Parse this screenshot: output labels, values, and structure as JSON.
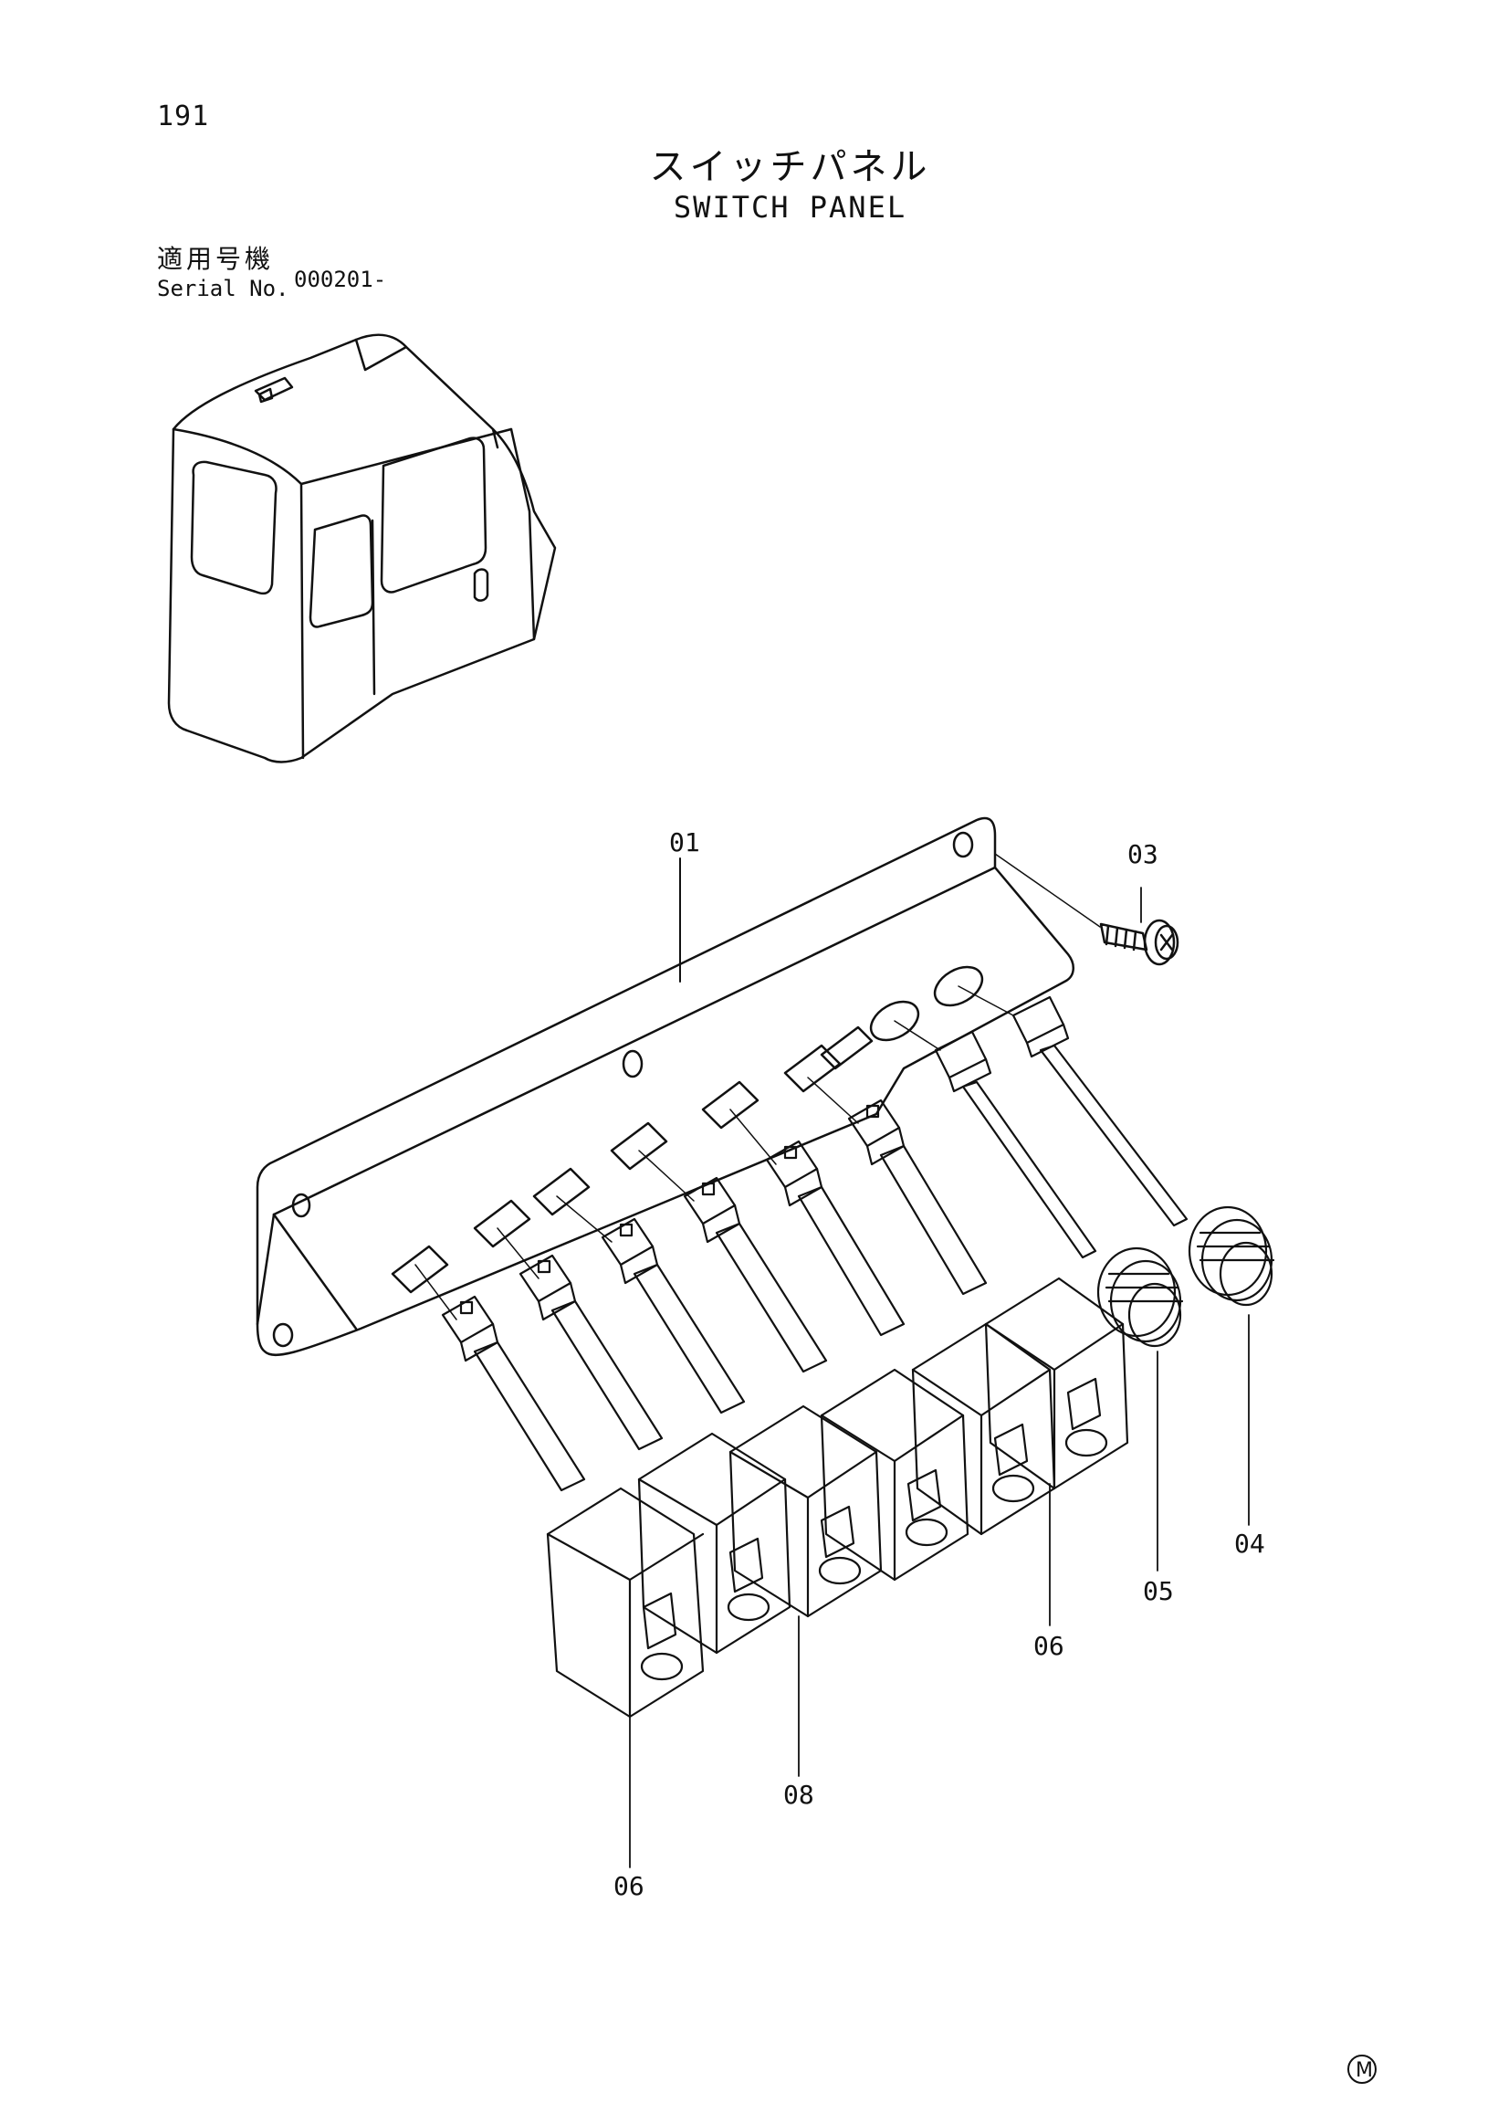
{
  "page_number": "191",
  "title_jp": "スイッチパネル",
  "title_en": "SWITCH PANEL",
  "serial": {
    "label_jp": "適用号機",
    "label_en": "Serial No.",
    "value": "000201-"
  },
  "callouts": {
    "c01": "01",
    "c03": "03",
    "c04": "04",
    "c05": "05",
    "c06_right": "06",
    "c06_bottom": "06",
    "c08": "08"
  },
  "corner_mark": "M"
}
